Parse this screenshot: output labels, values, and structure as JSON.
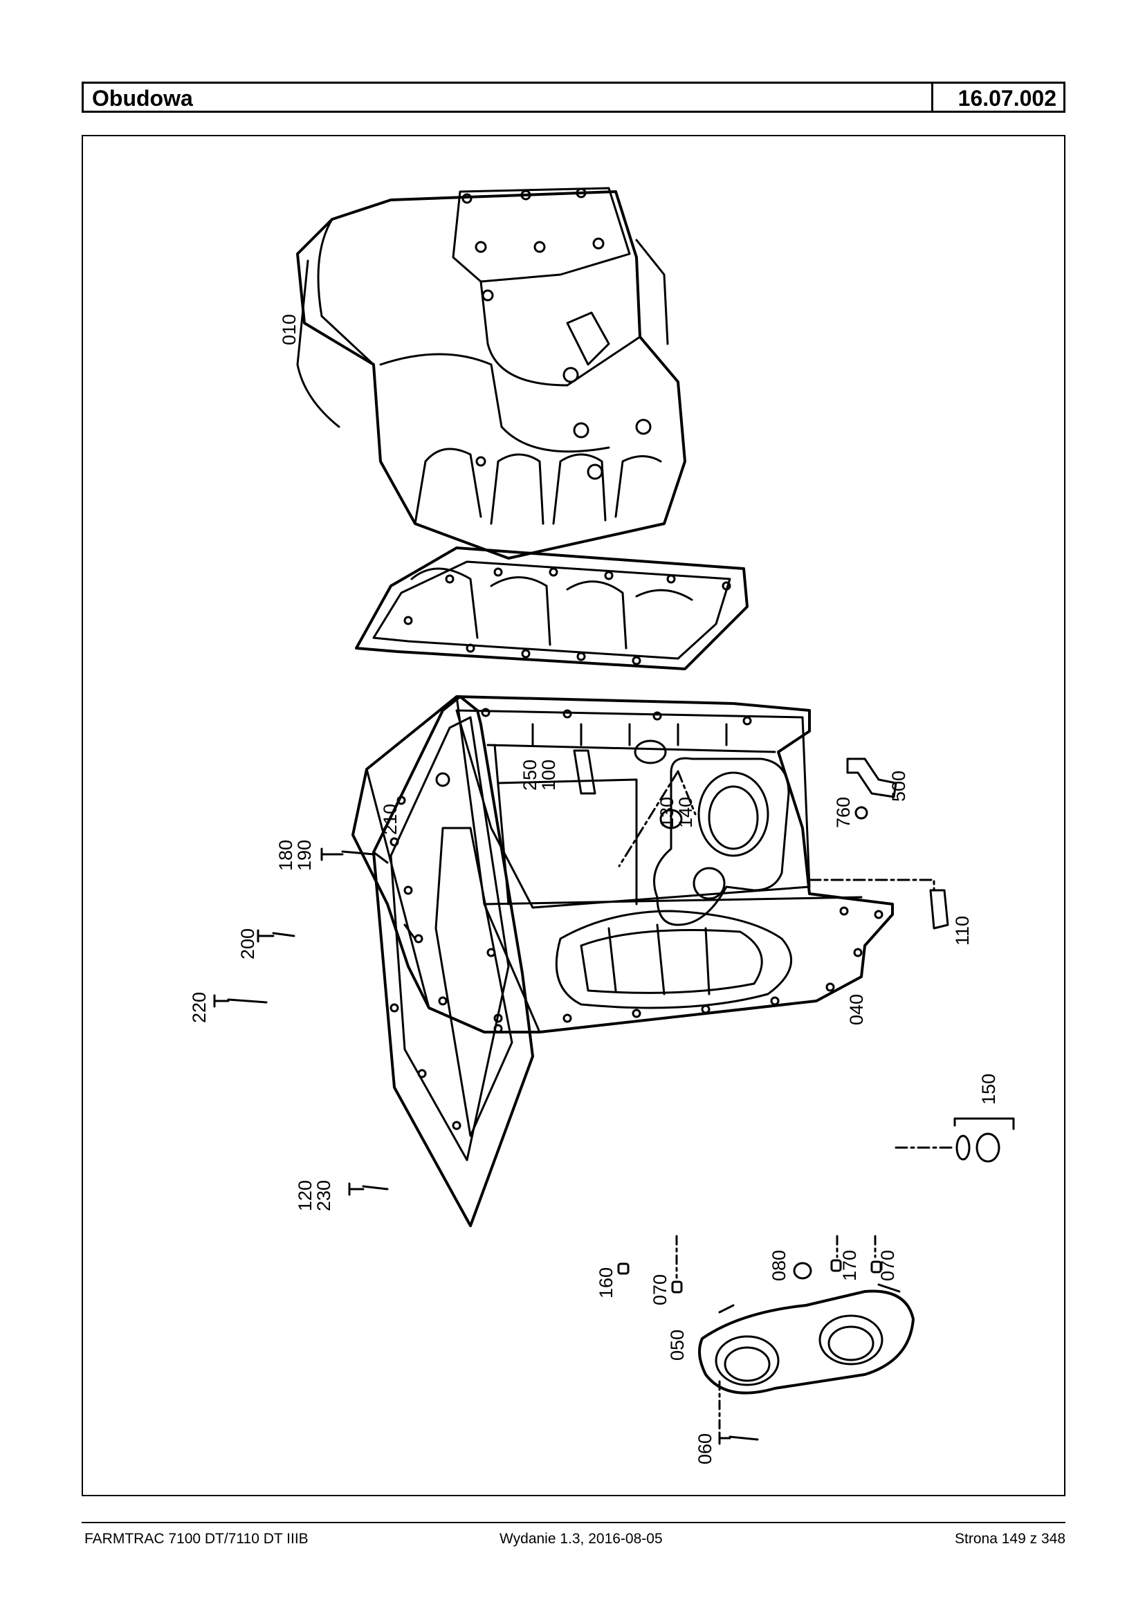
{
  "header": {
    "title": "Obudowa",
    "code": "16.07.002"
  },
  "callouts": [
    "010",
    "250",
    "100",
    "130",
    "140",
    "760",
    "500",
    "110",
    "040",
    "210",
    "180",
    "190",
    "200",
    "220",
    "120",
    "230",
    "150",
    "160",
    "070",
    "050",
    "080",
    "170",
    "060"
  ],
  "footer": {
    "model": "FARMTRAC 7100 DT/7110 DT IIIB",
    "edition": "Wydanie 1.3,  2016-08-05",
    "page": "Strona 149 z 348"
  }
}
